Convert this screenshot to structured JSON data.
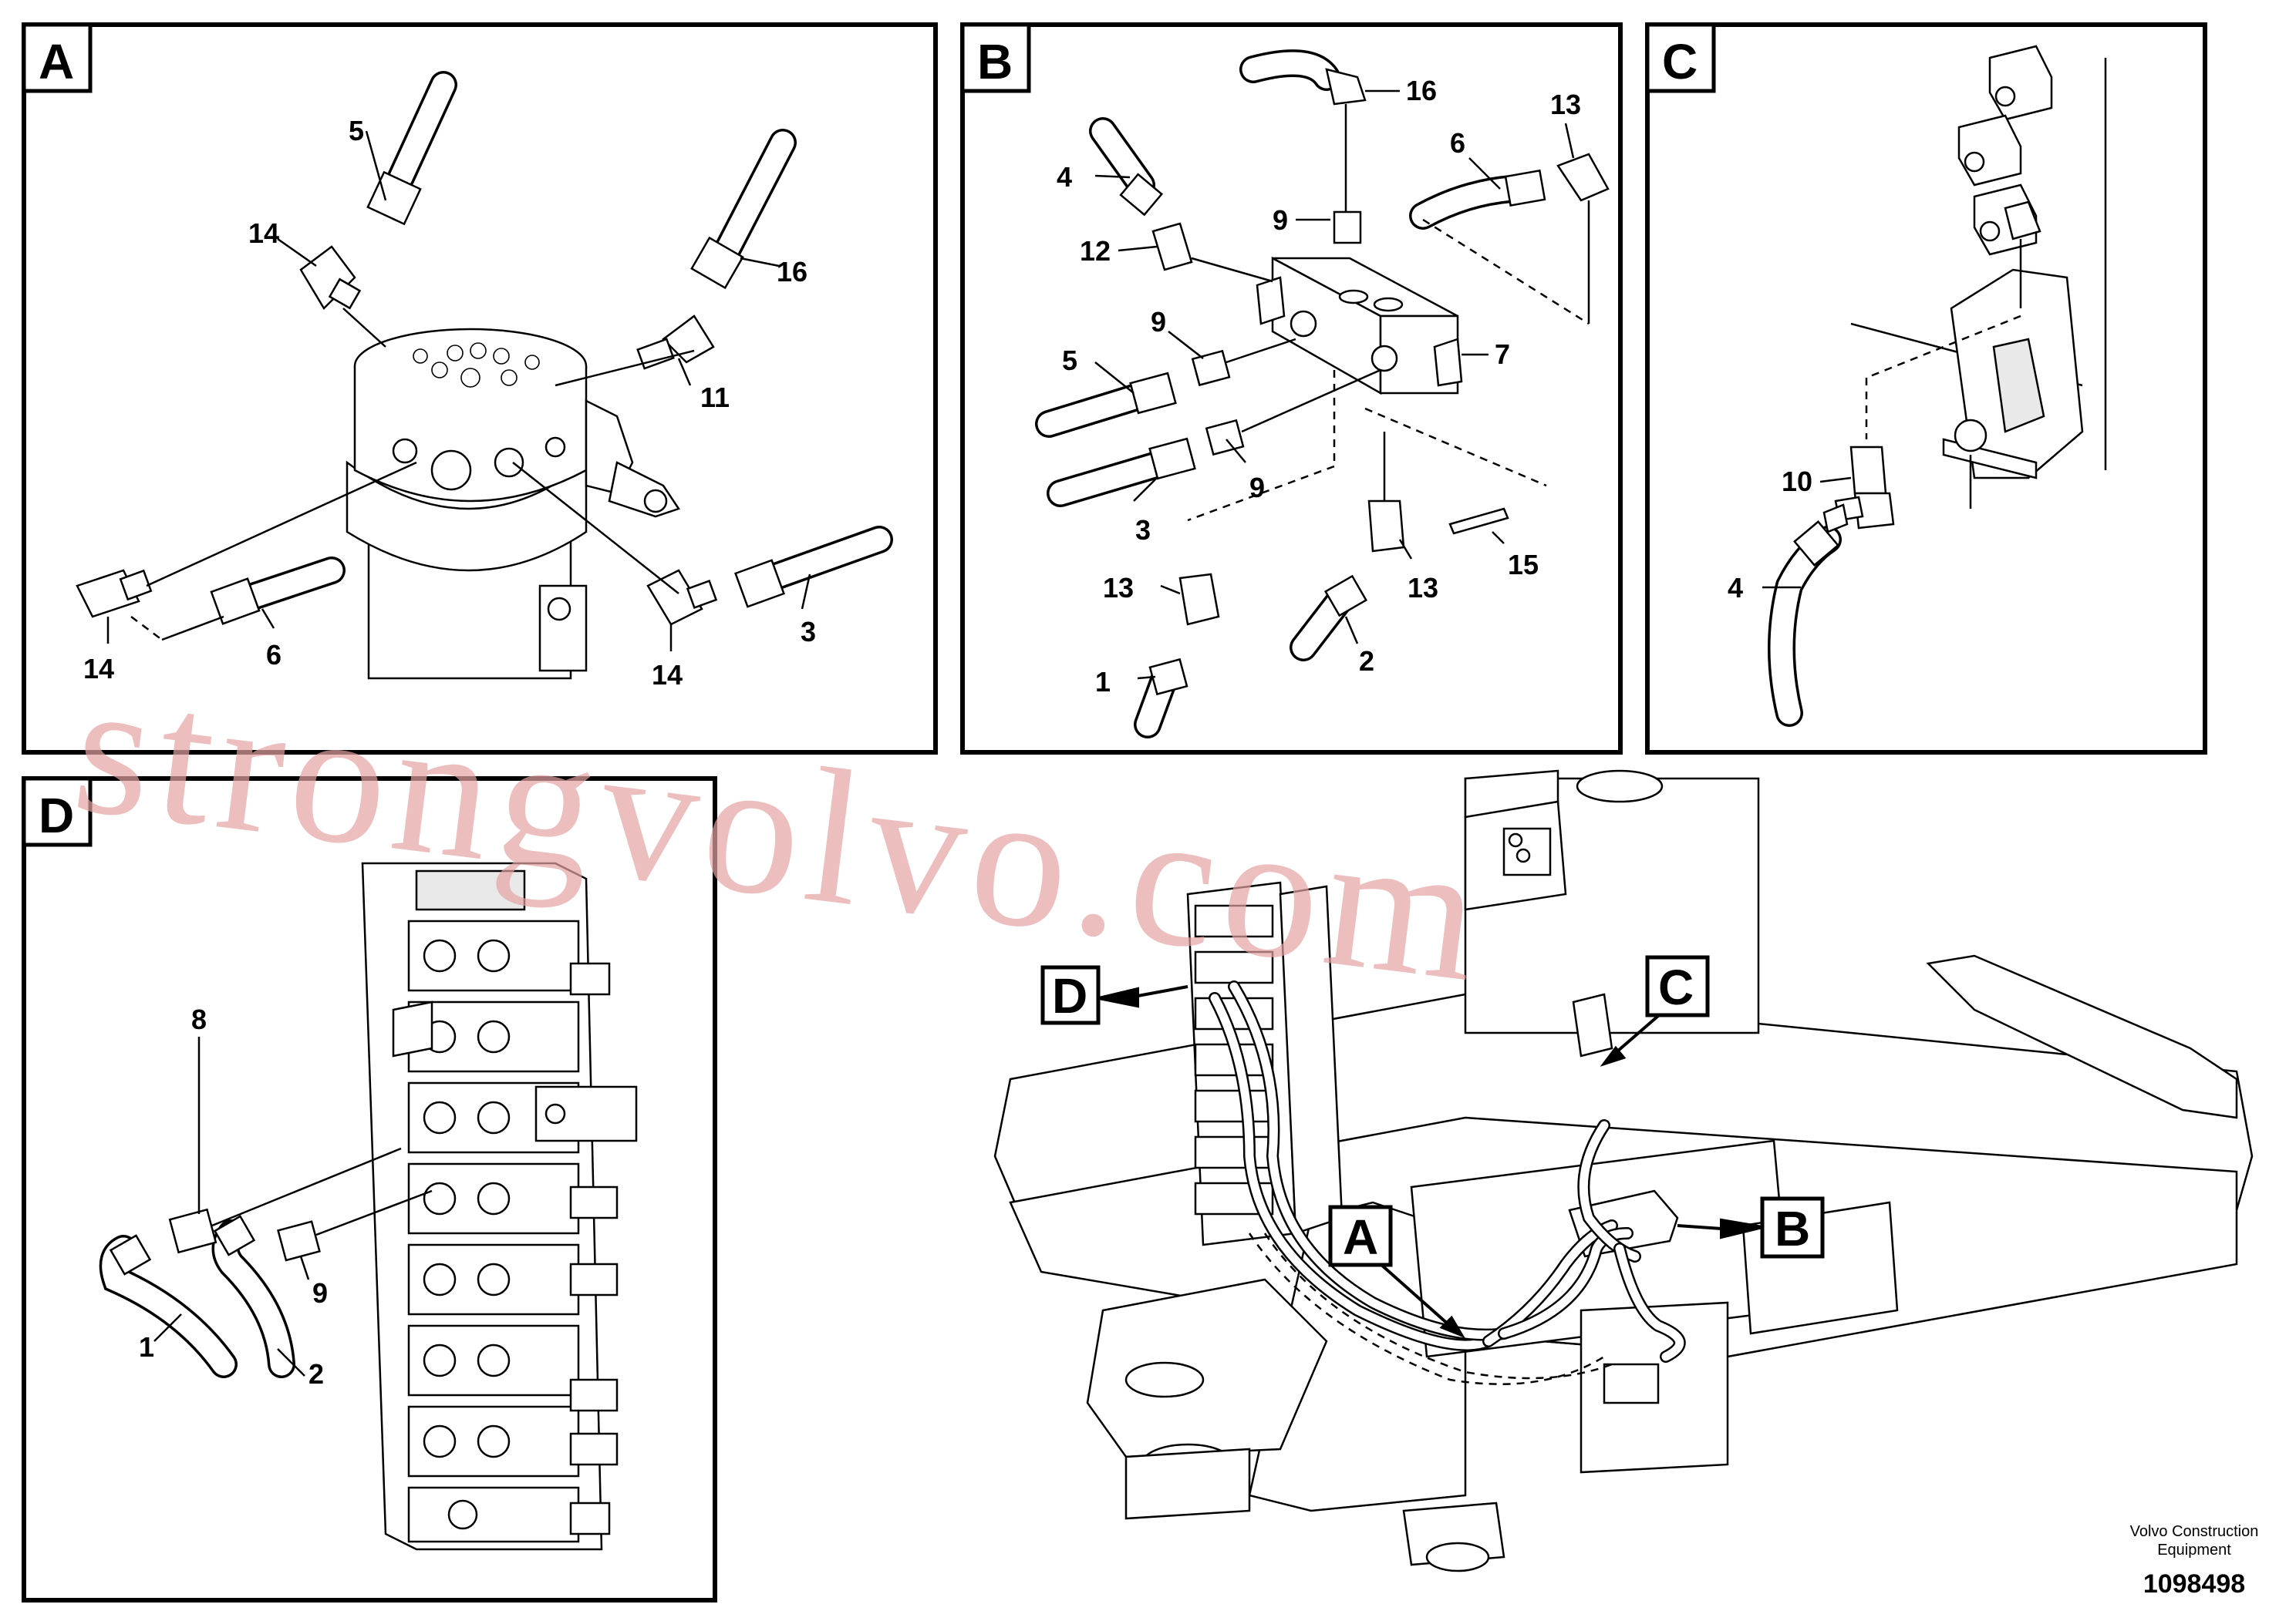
{
  "panels": {
    "A": {
      "tag": "A",
      "callouts": [
        "5",
        "14",
        "16",
        "11",
        "14",
        "6",
        "14",
        "3"
      ]
    },
    "B": {
      "tag": "B",
      "callouts": [
        "16",
        "13",
        "4",
        "6",
        "9",
        "12",
        "9",
        "7",
        "5",
        "9",
        "3",
        "13",
        "13",
        "15",
        "1",
        "2"
      ]
    },
    "C": {
      "tag": "C",
      "callouts": [
        "10",
        "4"
      ]
    },
    "D": {
      "tag": "D",
      "callouts": [
        "8",
        "9",
        "1",
        "2"
      ]
    }
  },
  "overview": {
    "labels": [
      "A",
      "B",
      "C",
      "D"
    ]
  },
  "footer": {
    "company_line1": "Volvo Construction",
    "company_line2": "Equipment",
    "doc_number": "1098498"
  },
  "watermark": "strongvolvo.com"
}
